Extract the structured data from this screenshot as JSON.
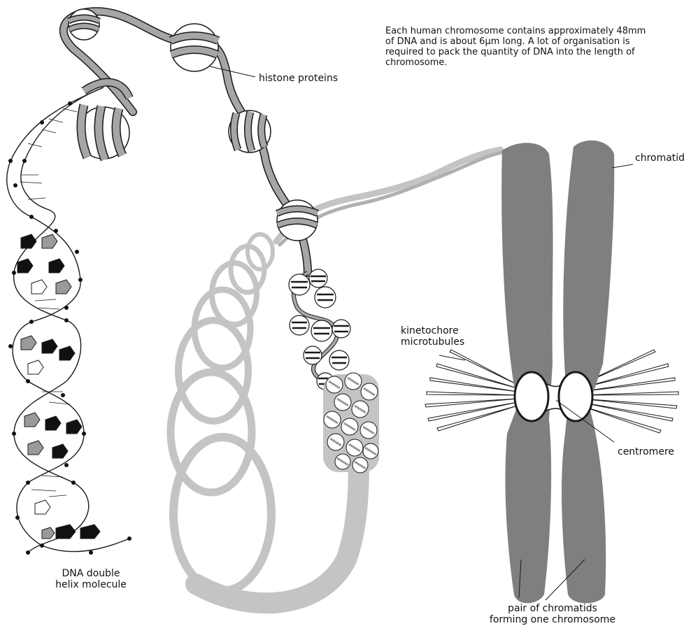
{
  "intro_text": "Each human chromosome contains approximately 48mm of DNA and is about 6μm long. A lot of organisation is required to pack the quantity of DNA into the length of chromosome.",
  "labels": {
    "histone": "histone proteins",
    "chromatid": "chromatid",
    "kinetochore": [
      "kinetochore",
      "microtubules"
    ],
    "centromere": "centromere",
    "dna_helix": [
      "DNA double",
      "helix molecule"
    ],
    "pair": [
      "pair of chromatids",
      "forming one chromosome"
    ]
  },
  "colors": {
    "strand": "#a6a6a6",
    "strand_light": "#c4c4c4",
    "chromatid": "#7f7f7f",
    "outline": "#1a1a1a",
    "dark_base": "#111111",
    "light_base": "#9a9a9a"
  }
}
